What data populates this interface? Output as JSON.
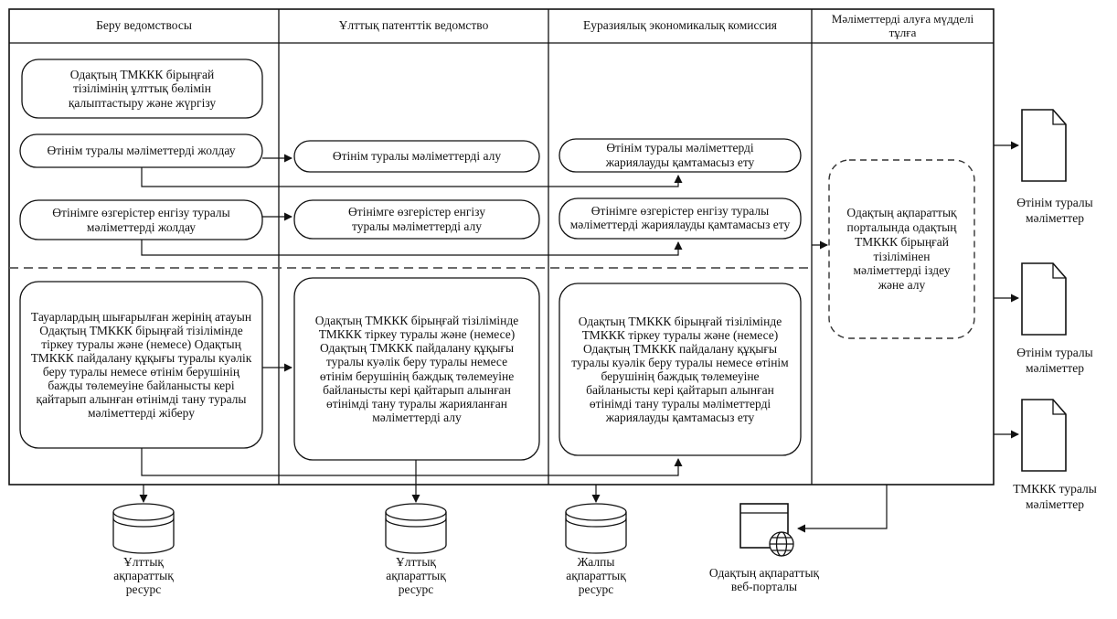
{
  "lanes": {
    "l1": "Беру ведомствосы",
    "l2": "Ұлттық патенттік ведомство",
    "l3": "Еуразиялық экономикалық комиссия",
    "l4": "Мәліметтерді алуға мүдделі тұлға"
  },
  "processes": {
    "p1": "Одақтың ТМККК бірыңғай тізілімінің ұлттық бөлімін қалыптастыру және жүргізу",
    "p2": "Өтінім туралы мәліметтерді жолдау",
    "p3": "Өтінімге өзгерістер енгізу туралы мәліметтерді жолдау",
    "p4": "Тауарлардың шығарылған жерінің атауын Одақтың ТМККК бірыңғай тізілімінде тіркеу туралы және (немесе) Одақтың ТМККК пайдалану құқығы туралы куәлік беру туралы немесе өтінім берушінің бажды төлемеуіне байланысты кері қайтарып алынған өтінімді тану туралы мәліметтерді жіберу",
    "p5": "Өтінім туралы мәліметтерді алу",
    "p6": "Өтінімге өзгерістер енгізу туралы мәліметтерді алу",
    "p7": "Одақтың ТМККК бірыңғай тізілімінде ТМККК тіркеу туралы және (немесе) Одақтың ТМККК пайдалану құқығы туралы куәлік беру туралы немесе өтінім берушінің баждық төлемеуіне байланысты кері қайтарып алынған өтінімді тану туралы жарияланған мәліметтерді алу",
    "p8": "Өтінім туралы мәліметтерді жариялауды қамтамасыз ету",
    "p9": "Өтінімге өзгерістер енгізу туралы мәліметтерді жариялауды қамтамасыз ету",
    "p10": "Одақтың ТМККК бірыңғай тізілімінде ТМККК тіркеу туралы және (немесе) Одақтың ТМККК пайдалану құқығы туралы куәлік беру туралы немесе өтінім берушінің баждық төлемеуіне байланысты кері қайтарып алынған өтінімді тану туралы мәліметтерді жариялауды қамтамасыз ету",
    "p11": "Одақтың ақпараттық порталында одақтың ТМККК бірыңғай тізілімінен мәліметтерді іздеу және алу"
  },
  "documents": {
    "d1": "Өтінім туралы мәліметтер",
    "d2": "Өтінім туралы мәліметтер",
    "d3": "ТМККК туралы мәліметтер"
  },
  "resources": {
    "r1": "Ұлттық ақпараттық ресурс",
    "r2": "Ұлттық ақпараттық ресурс",
    "r3": "Жалпы ақпараттық ресурс",
    "r4": "Одақтың ақпараттық веб-порталы"
  }
}
